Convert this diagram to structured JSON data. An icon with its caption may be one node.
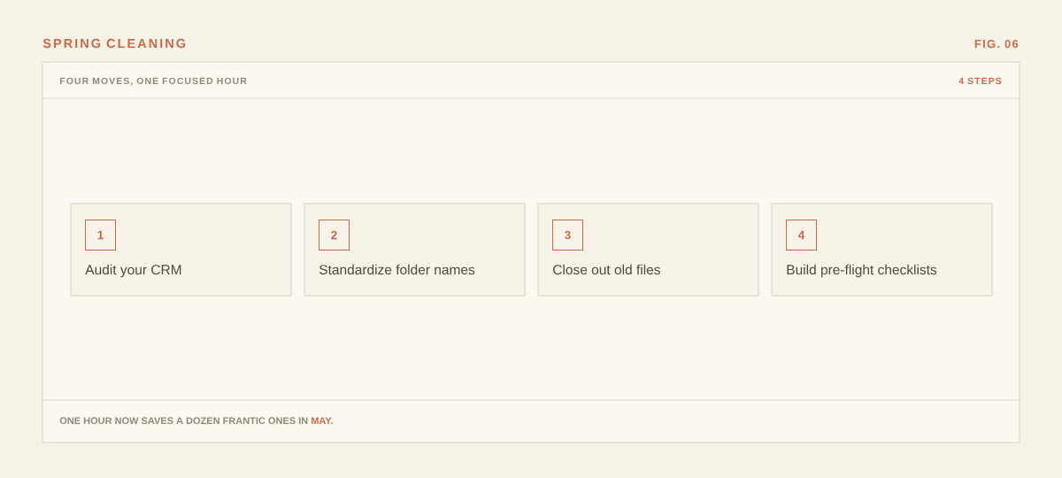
{
  "diagram": {
    "title": "SPRING CLEANING",
    "nodes": [
      {
        "text": [
          "FOUR MOVES, ONE FOCUSED HOUR",
          "4 STEPS",
          "ONE HOUR NOW SAVES A DOZEN FRANTIC ONES IN **MAY.**"
        ]
      },
      {
        "text": [
          "1",
          "Audit your CRM"
        ],
        "in": 0
      },
      {
        "text": [
          "2",
          "Standardize folder names"
        ],
        "in": 0
      },
      {
        "text": [
          "3",
          "Close out old files"
        ],
        "in": 0
      },
      {
        "text": [
          "4",
          "Build pre-flight checklists"
        ],
        "in": 0
      }
    ],
    "labels": [
      "FIG. 06"
    ]
  }
}
